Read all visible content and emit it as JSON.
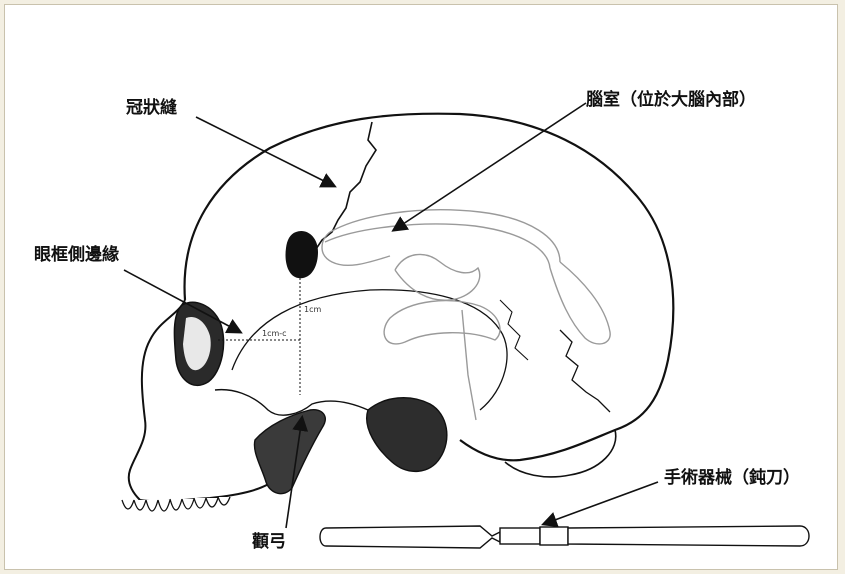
{
  "labels": {
    "coronal_suture": "冠狀縫",
    "ventricle": "腦室（位於大腦內部）",
    "orbital_rim": "眼框側邊緣",
    "zygomatic_arch": "顴弓",
    "surgical_instrument": "手術器械（鈍刀）"
  },
  "scale_marks": {
    "vertical": "1cm",
    "horizontal": "1cm-c"
  },
  "colors": {
    "background": "#f3efe2",
    "panel": "#ffffff",
    "ink": "#111111",
    "ventricle_line": "#9a9a9a"
  }
}
